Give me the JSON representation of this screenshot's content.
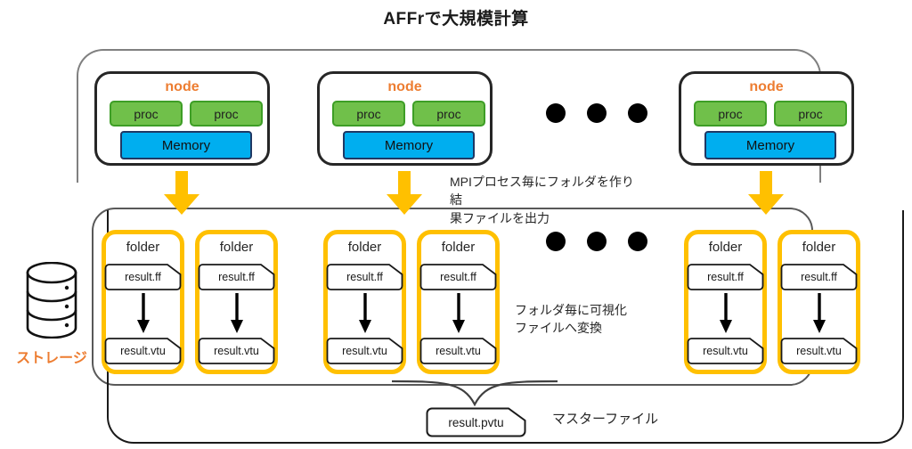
{
  "title": "AFFrで大規模計算",
  "colors": {
    "node_label": "#ED7D31",
    "proc_fill": "#70C04A",
    "memory_fill": "#00AEEF",
    "folder_border": "#FFC000",
    "arrow_yellow": "#FFC000",
    "storage_label": "#ED7D31"
  },
  "nodes": [
    {
      "label": "node",
      "procs": [
        "proc",
        "proc"
      ],
      "memory": "Memory"
    },
    {
      "label": "node",
      "procs": [
        "proc",
        "proc"
      ],
      "memory": "Memory"
    },
    {
      "label": "node",
      "procs": [
        "proc",
        "proc"
      ],
      "memory": "Memory"
    }
  ],
  "node_ellipsis": "●●●",
  "folder_ellipsis": "●●●",
  "folders": [
    {
      "label": "folder",
      "input_file": "result.ff",
      "output_file": "result.vtu"
    },
    {
      "label": "folder",
      "input_file": "result.ff",
      "output_file": "result.vtu"
    },
    {
      "label": "folder",
      "input_file": "result.ff",
      "output_file": "result.vtu"
    },
    {
      "label": "folder",
      "input_file": "result.ff",
      "output_file": "result.vtu"
    },
    {
      "label": "folder",
      "input_file": "result.ff",
      "output_file": "result.vtu"
    },
    {
      "label": "folder",
      "input_file": "result.ff",
      "output_file": "result.vtu"
    }
  ],
  "storage": {
    "label": "ストレージ",
    "icon": "database-cylinder-icon"
  },
  "captions": {
    "mpi": "MPIプロセス毎にフォルダを作り結\n果ファイルを出力",
    "convert": "フォルダ毎に可視化\nファイルへ変換",
    "master": "マスターファイル"
  },
  "master_file": {
    "name": "result.pvtu"
  }
}
